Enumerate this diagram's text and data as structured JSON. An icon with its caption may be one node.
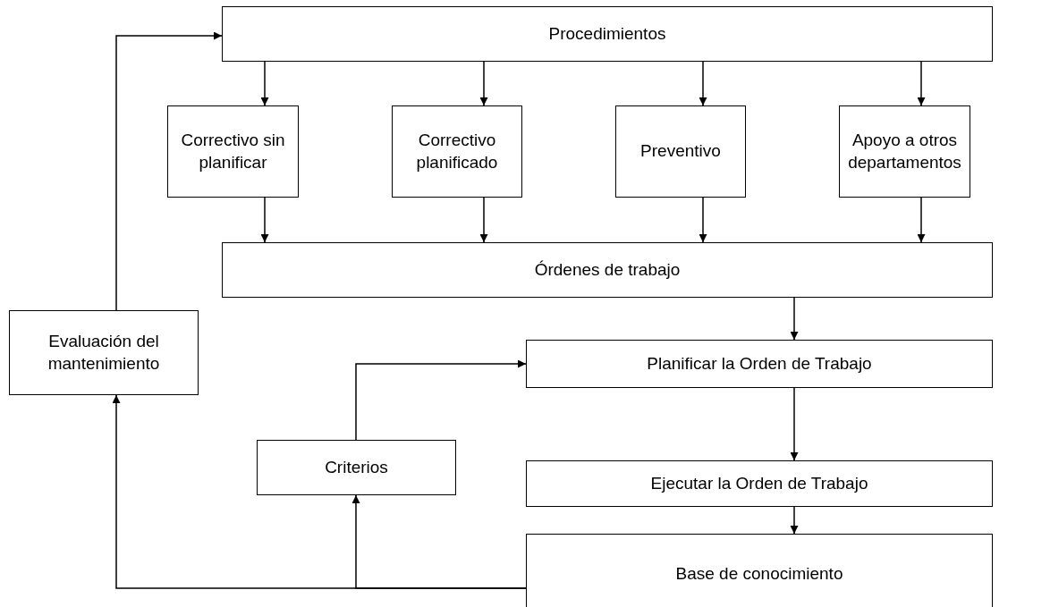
{
  "diagram": {
    "nodes": [
      {
        "text": [
          "Procedimientos"
        ]
      },
      {
        "text": [
          "Correctivo sin planificar"
        ]
      },
      {
        "text": [
          "Correctivo planificado"
        ]
      },
      {
        "text": [
          "Preventivo"
        ]
      },
      {
        "text": [
          "Apoyo a otros departamentos"
        ]
      },
      {
        "text": [
          "Órdenes de trabajo"
        ]
      },
      {
        "text": [
          "Evaluación del mantenimiento"
        ]
      },
      {
        "text": [
          "Planificar la Orden de Trabajo"
        ]
      },
      {
        "text": [
          "Criterios"
        ]
      },
      {
        "text": [
          "Ejecutar la Orden de Trabajo"
        ]
      },
      {
        "text": [
          "Base de conocimiento"
        ]
      }
    ],
    "edges": [
      {
        "from": 0,
        "to": 1,
        "arrow": "to"
      },
      {
        "from": 0,
        "to": 2,
        "arrow": "to"
      },
      {
        "from": 0,
        "to": 3,
        "arrow": "to"
      },
      {
        "from": 0,
        "to": 4,
        "arrow": "to"
      },
      {
        "from": 1,
        "to": 5,
        "arrow": "to"
      },
      {
        "from": 2,
        "to": 5,
        "arrow": "to"
      },
      {
        "from": 3,
        "to": 5,
        "arrow": "to"
      },
      {
        "from": 4,
        "to": 5,
        "arrow": "to"
      },
      {
        "from": 5,
        "to": 7,
        "arrow": "to"
      },
      {
        "from": 7,
        "to": 9,
        "arrow": "to"
      },
      {
        "from": 9,
        "to": 10,
        "arrow": "to"
      },
      {
        "from": 10,
        "to": 8,
        "arrow": "to"
      },
      {
        "from": 10,
        "to": 6,
        "arrow": "to"
      },
      {
        "from": 8,
        "to": 7,
        "arrow": "to"
      },
      {
        "from": 6,
        "to": 0,
        "arrow": "to"
      }
    ]
  }
}
